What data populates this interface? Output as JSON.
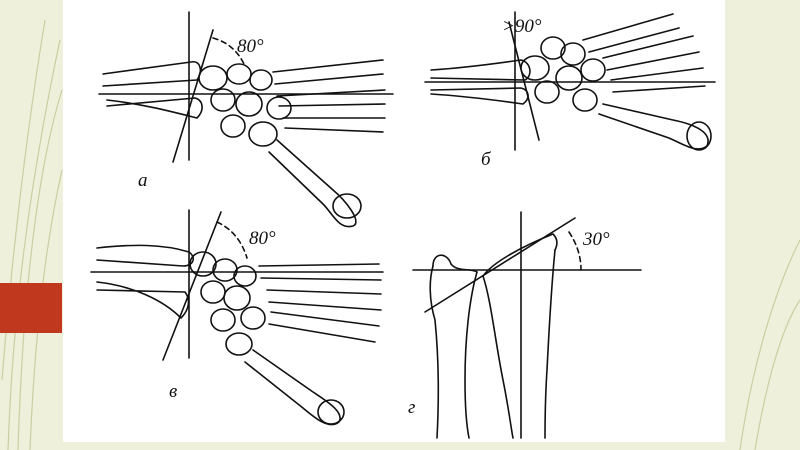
{
  "colors": {
    "background": "#eef0dc",
    "accent": "#c0391f",
    "panel": "#ffffff",
    "ink": "#111111"
  },
  "panels": [
    {
      "id": "a",
      "letter": "а",
      "angle_label": "80°"
    },
    {
      "id": "b",
      "letter": "б",
      "angle_label": ">90°"
    },
    {
      "id": "v",
      "letter": "в",
      "angle_label": "80°"
    },
    {
      "id": "g",
      "letter": "г",
      "angle_label": "30°"
    }
  ]
}
